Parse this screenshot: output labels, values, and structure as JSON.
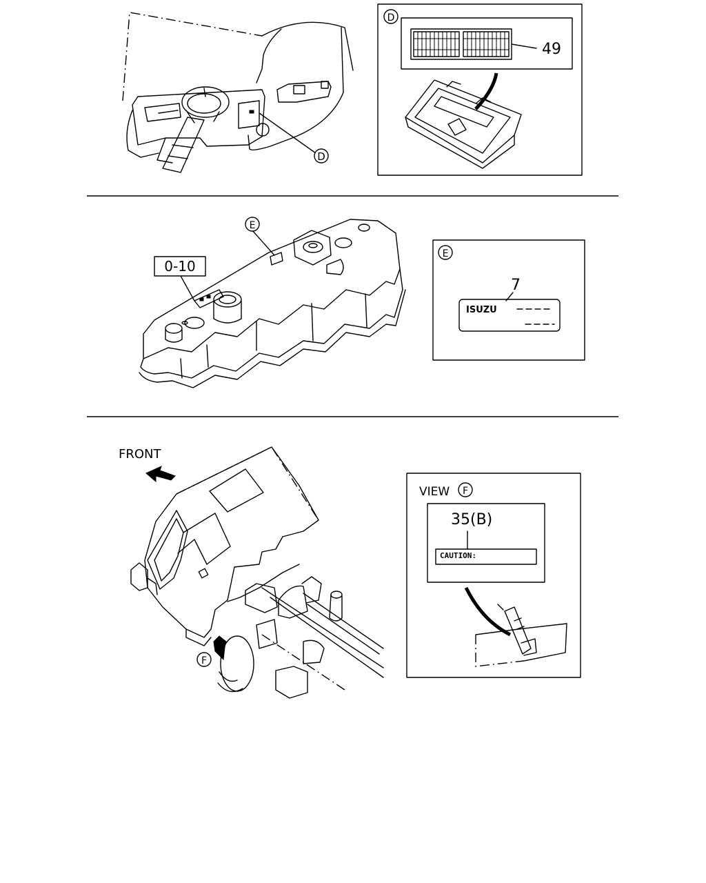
{
  "callouts": {
    "d_letter": "D",
    "d_num": "49",
    "e_letter": "E",
    "e_num": "7",
    "ref_box": "0-10",
    "isuzu_logo": "ISUZU",
    "front": "FRONT",
    "f_letter": "F",
    "view": "VIEW",
    "f_num": "35(B)",
    "caution": "CAUTION:"
  }
}
